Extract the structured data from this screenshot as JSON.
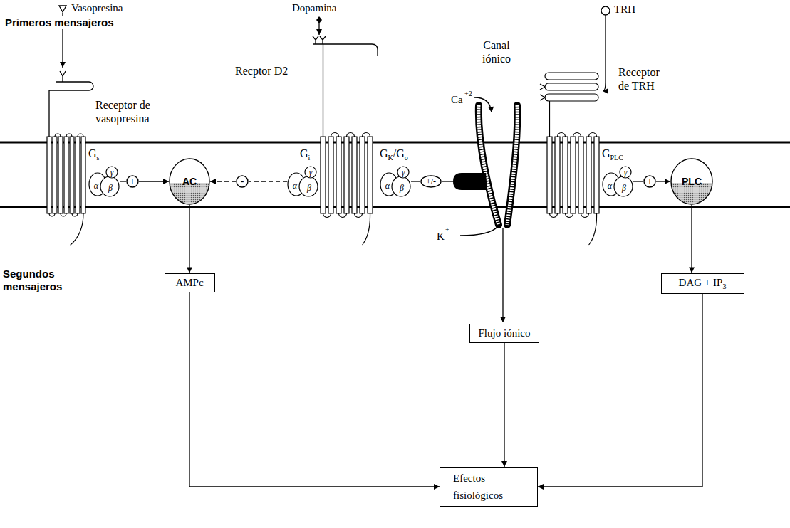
{
  "diagram": {
    "nodes": [
      {
        "text": [
          "G",
          "s",
          "α",
          "β",
          "γ"
        ]
      },
      {
        "text": [
          "+"
        ]
      },
      {
        "text": [
          "AC"
        ]
      },
      {
        "text": [
          "-"
        ]
      },
      {
        "text": [
          "G",
          "i",
          "α",
          "β",
          "γ"
        ]
      },
      {
        "text": [
          "G",
          "K",
          "/G",
          "o",
          "α",
          "β",
          "γ"
        ]
      },
      {
        "text": [
          "+/-"
        ]
      },
      {
        "text": [
          "G",
          "PLC",
          "α",
          "β",
          "γ"
        ]
      },
      {
        "text": [
          "+"
        ]
      },
      {
        "text": [
          "PLC"
        ]
      },
      {
        "text": [
          "AMPc"
        ]
      },
      {
        "text": [
          "Flujo iónico"
        ]
      },
      {
        "text": [
          "DAG + IP",
          "3"
        ]
      },
      {
        "text": [
          "Efectos fisiológicos"
        ]
      }
    ],
    "edges": [
      {
        "from": 0,
        "to": 1,
        "arrow": "none"
      },
      {
        "from": 1,
        "to": 2,
        "arrow": "to"
      },
      {
        "from": 4,
        "to": 3,
        "arrow": "none"
      },
      {
        "from": 3,
        "to": 2,
        "arrow": "to"
      },
      {
        "from": 5,
        "to": 6,
        "arrow": "none"
      },
      {
        "from": 7,
        "to": 8,
        "arrow": "none"
      },
      {
        "from": 8,
        "to": 9,
        "arrow": "to"
      },
      {
        "from": 2,
        "to": 10,
        "arrow": "to"
      },
      {
        "from": 9,
        "to": 12,
        "arrow": "to"
      },
      {
        "from": 10,
        "to": 13,
        "arrow": "to"
      },
      {
        "from": 11,
        "to": 13,
        "arrow": "to"
      },
      {
        "from": 12,
        "to": 13,
        "arrow": "to"
      }
    ],
    "labels": [
      "Primeros mensajeros",
      "Vasopresina",
      "Dopamina",
      "TRH",
      "Canal iónico",
      "Recptor D2",
      "Receptor de TRH",
      "Receptor de vasopresina",
      "Ca",
      "+2",
      "K",
      "+",
      "Segundos mensajeros"
    ]
  }
}
